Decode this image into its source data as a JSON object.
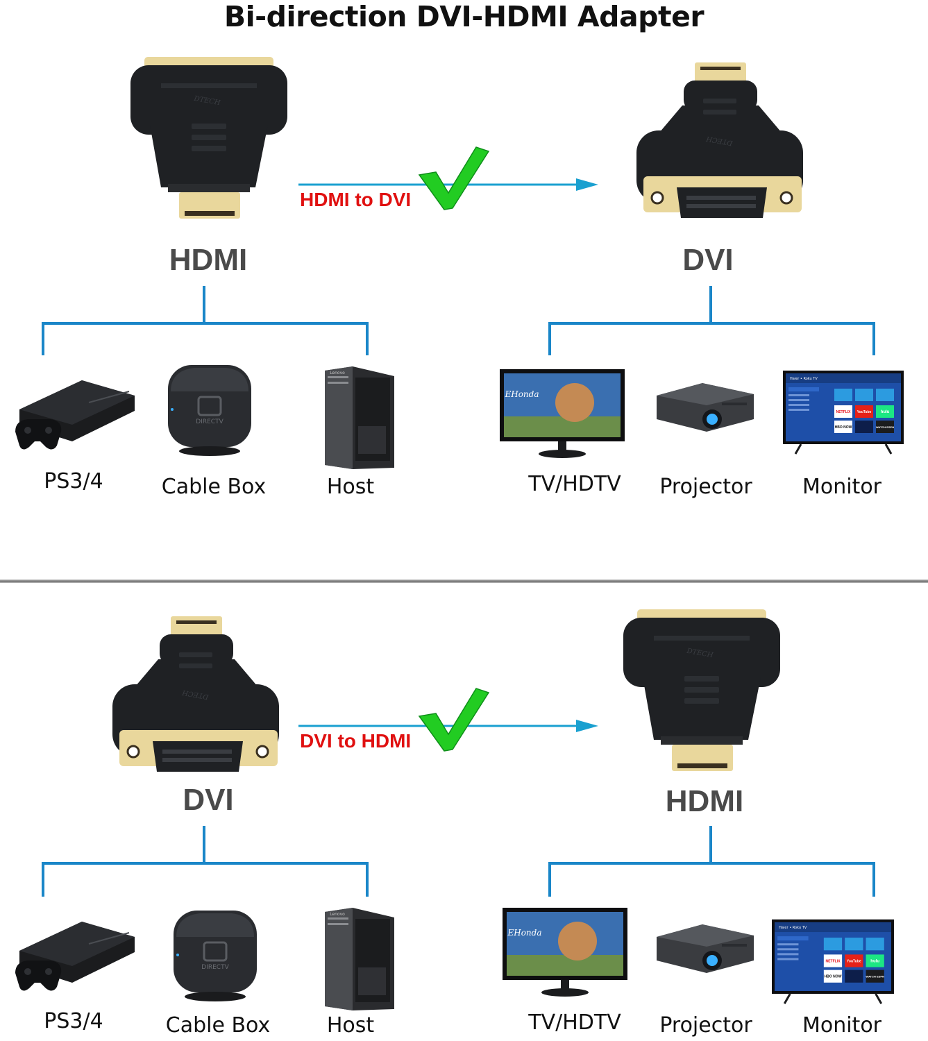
{
  "title": "Bi-direction DVI-HDMI Adapter",
  "colors": {
    "tree_line": "#1a86c8",
    "arrow": "#1aa0d0",
    "check": "#22cc22",
    "direction_text": "#e01010",
    "port_text": "#4a4a4a",
    "adapter_body": "#1f2124",
    "gold": "#e9d79c"
  },
  "sections": [
    {
      "source_port": "HDMI",
      "target_port": "DVI",
      "direction": "HDMI to DVI",
      "source_devices": [
        {
          "label": "PS3/4",
          "icon": "game-console-icon"
        },
        {
          "label": "Cable Box",
          "icon": "cable-box-icon"
        },
        {
          "label": "Host",
          "icon": "pc-tower-icon"
        }
      ],
      "target_devices": [
        {
          "label": "TV/HDTV",
          "icon": "tv-icon"
        },
        {
          "label": "Projector",
          "icon": "projector-icon"
        },
        {
          "label": "Monitor",
          "icon": "monitor-icon"
        }
      ]
    },
    {
      "source_port": "DVI",
      "target_port": "HDMI",
      "direction": "DVI to HDMI",
      "source_devices": [
        {
          "label": "PS3/4",
          "icon": "game-console-icon"
        },
        {
          "label": "Cable Box",
          "icon": "cable-box-icon"
        },
        {
          "label": "Host",
          "icon": "pc-tower-icon"
        }
      ],
      "target_devices": [
        {
          "label": "TV/HDTV",
          "icon": "tv-icon"
        },
        {
          "label": "Projector",
          "icon": "projector-icon"
        },
        {
          "label": "Monitor",
          "icon": "monitor-icon"
        }
      ]
    }
  ],
  "brand_marks": {
    "adapter": "DTECH",
    "cable_box": "DIRECTV",
    "pc": "Lenovo",
    "tv_game": "EHonda",
    "streaming_tiles": [
      "NETFLIX",
      "YouTube",
      "hulu",
      "HBO NOW",
      "WATCH ESPN"
    ],
    "roku_header": "Haier • Roku TV"
  }
}
